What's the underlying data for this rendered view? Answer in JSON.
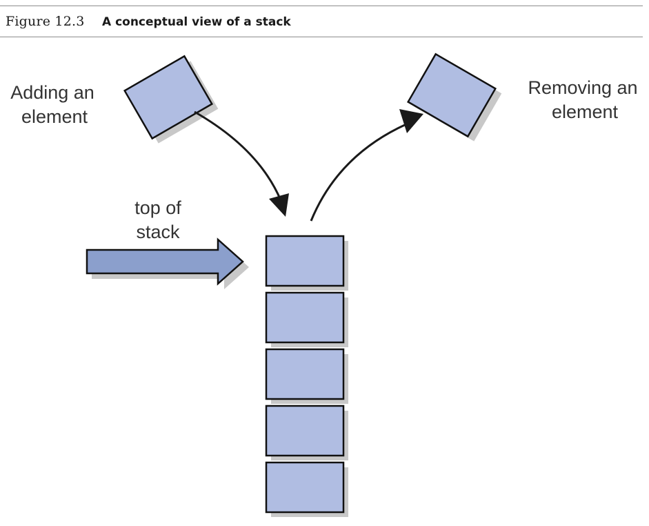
{
  "figure": {
    "label": "Figure 12.3",
    "title": "A conceptual view of a stack"
  },
  "labels": {
    "adding_line1": "Adding an",
    "adding_line2": "element",
    "removing_line1": "Removing an",
    "removing_line2": "element",
    "top_line1": "top of",
    "top_line2": "stack"
  },
  "colors": {
    "box_fill": "#b0bde2",
    "box_stroke": "#111111",
    "shadow": "#c8c8c8",
    "arrow_fill": "#8b9fcc",
    "curve": "#1a1a1a"
  },
  "stack": {
    "element_count": 5
  }
}
